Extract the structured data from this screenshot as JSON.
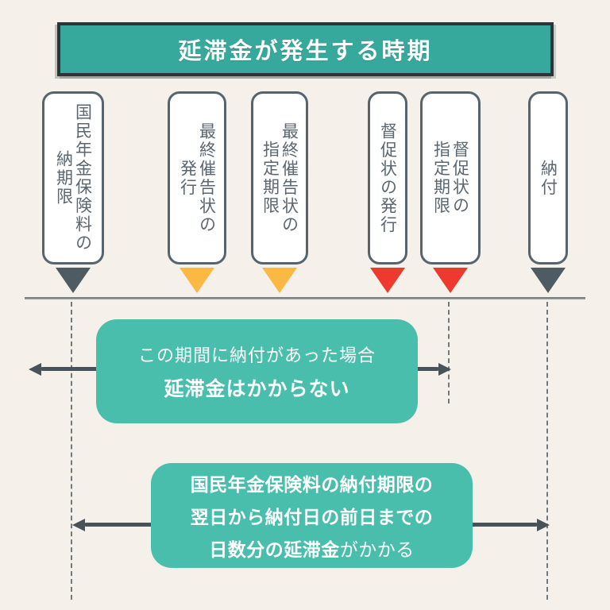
{
  "title": "延滞金が発生する時期",
  "colors": {
    "background": "#F5F1EA",
    "title_bg": "#37A99C",
    "title_border": "#2E3338",
    "note_bg": "#4ABEAD",
    "pill_border": "#57646E",
    "pill_text": "#5A6670",
    "axis": "#878F92",
    "guide_dash": "#6F797E",
    "arrow": "#47525A",
    "marker_dark": "#4E5B63",
    "marker_yellow": "#FBB843",
    "marker_red": "#EE3A2E"
  },
  "timeline": {
    "milestones": [
      {
        "main": "国民年金保険料の",
        "sub": "納期限",
        "marker_color": "#4E5B63"
      },
      {
        "main": "最終催告状の",
        "sub": "発行",
        "marker_color": "#FBB843"
      },
      {
        "main": "最終催告状の",
        "sub": "指定期限",
        "marker_color": "#FBB843"
      },
      {
        "main": "督促状の発行",
        "marker_color": "#EE3A2E"
      },
      {
        "main": "督促状の",
        "sub": "指定期限",
        "marker_color": "#EE3A2E"
      },
      {
        "main": "納付",
        "marker_color": "#4E5B63"
      }
    ]
  },
  "notes": {
    "no_fee": {
      "line1": "この期間に納付があった場合",
      "line2": "延滞金はかからない"
    },
    "fee": {
      "line1": "国民年金保険料の納付期限の",
      "line2": "翌日から納付日の前日までの",
      "line3_bold": "日数分の延滞金",
      "line3_regular": "がかかる"
    }
  }
}
